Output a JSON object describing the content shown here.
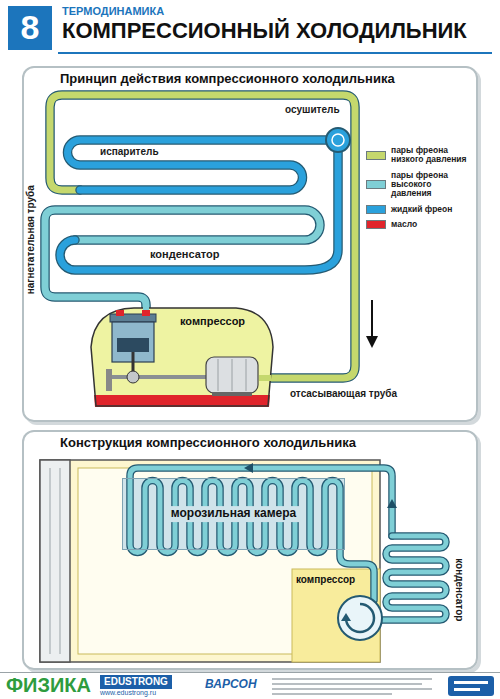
{
  "diagram": {
    "title": "КОМПРЕССИОННЫЙ ХОЛОДИЛЬНИК",
    "nodes": [
      {
        "text": [
          "8"
        ]
      },
      {
        "text": [
          "Принцип действия компрессионного холодильника"
        ]
      },
      {
        "text": [
          "компрессор"
        ],
        "in": 1
      },
      {
        "text": [
          "Конструкция компрессионного холодильника"
        ]
      },
      {
        "text": [
          "морозильная камера"
        ],
        "in": 3
      },
      {
        "text": [
          "компрессор"
        ],
        "in": 3
      }
    ],
    "labels": [
      "ТЕРМОДИНАМИКА",
      "осушитель",
      "испаритель",
      "нагнетательная труба",
      "конденсатор",
      "отсасывающая труба",
      "конденсатор",
      "ФИЗИКА",
      "EDUSTRONG",
      "www.edustrong.ru",
      "ВАРСОН"
    ],
    "legend": [
      {
        "text": "пары фреона низкого давления",
        "color": "#c5d86d"
      },
      {
        "text": "пары фреона высокого давления",
        "color": "#7fcfd6"
      },
      {
        "text": "жидкий фреон",
        "color": "#2aa1dc"
      },
      {
        "text": "масло",
        "color": "#e0242b"
      }
    ]
  }
}
